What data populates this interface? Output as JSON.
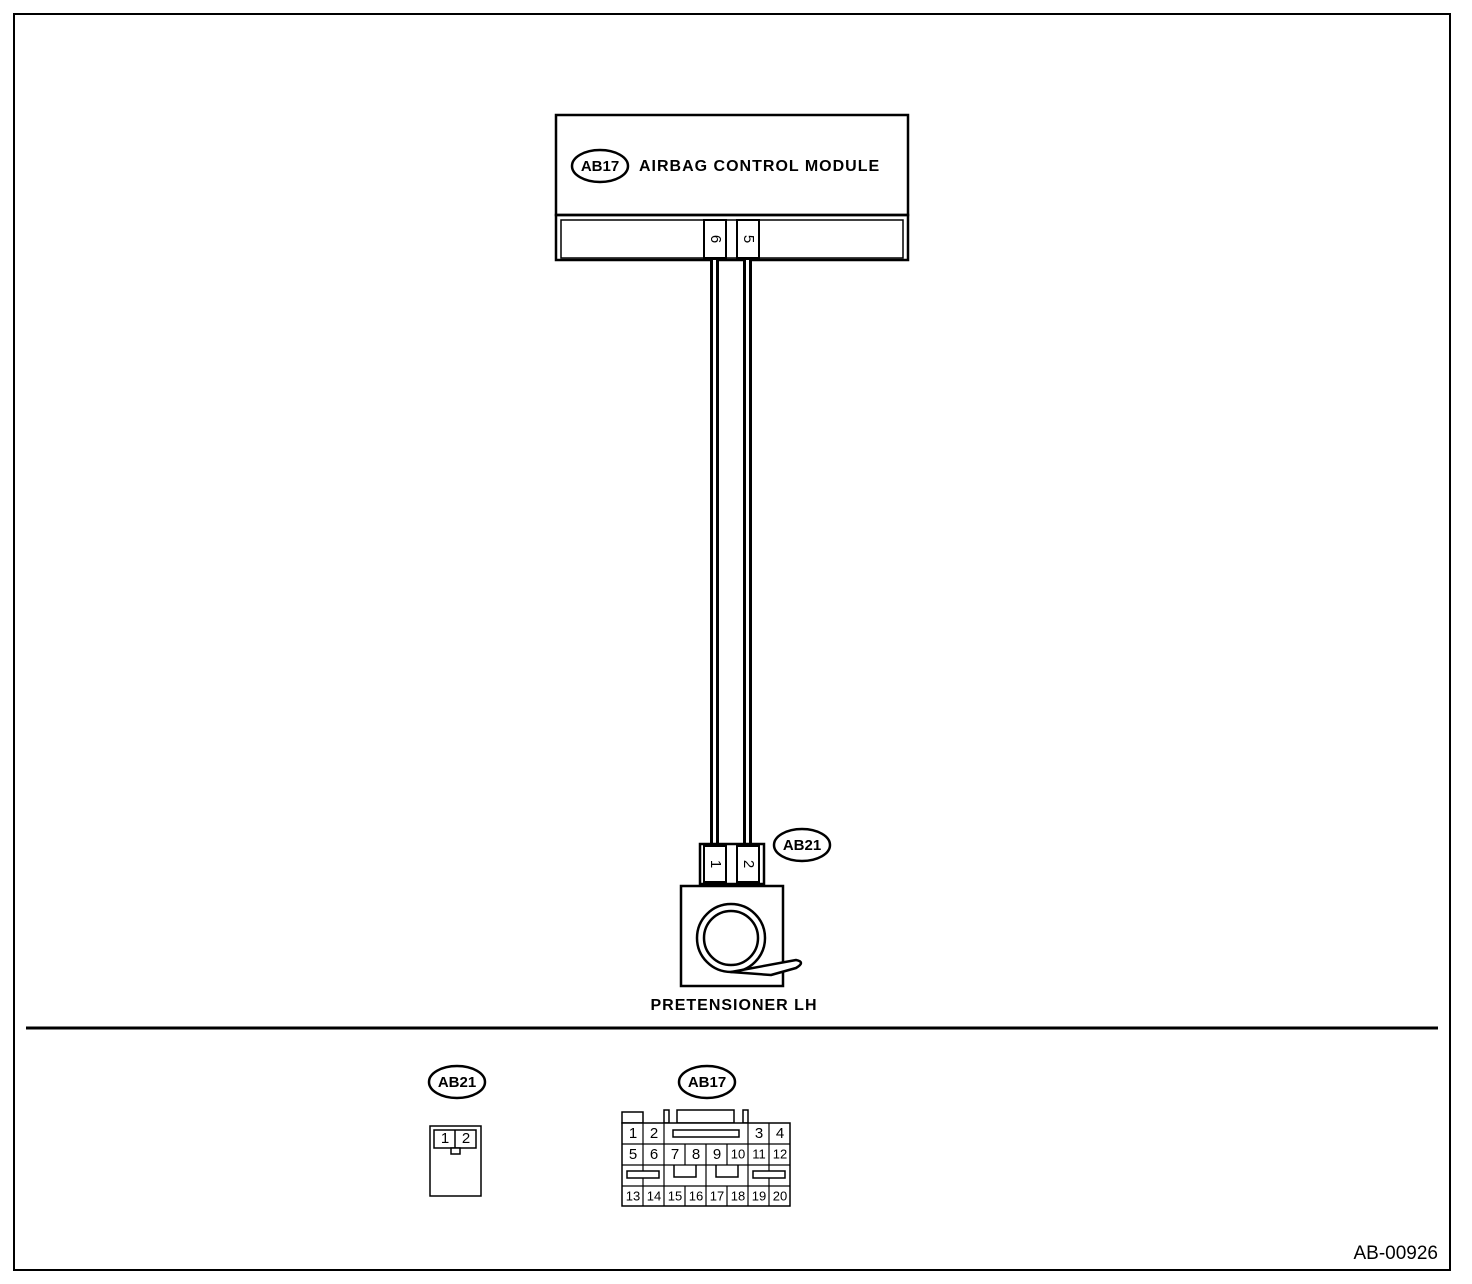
{
  "module": {
    "connector_tag": "AB17",
    "name": "AIRBAG CONTROL MODULE",
    "pins": [
      "6",
      "5"
    ]
  },
  "pretensioner": {
    "connector_tag": "AB21",
    "name": "PRETENSIONER LH",
    "pins": [
      "1",
      "2"
    ]
  },
  "connector_views": {
    "ab21": {
      "tag": "AB21",
      "pins": [
        "1",
        "2"
      ]
    },
    "ab17": {
      "tag": "AB17",
      "row1": [
        "1",
        "2",
        "3",
        "4"
      ],
      "row2": [
        "5",
        "6",
        "7",
        "8",
        "9",
        "10",
        "11",
        "12"
      ],
      "row3": [
        "13",
        "14",
        "15",
        "16",
        "17",
        "18",
        "19",
        "20"
      ]
    }
  },
  "doc_id": "AB-00926"
}
